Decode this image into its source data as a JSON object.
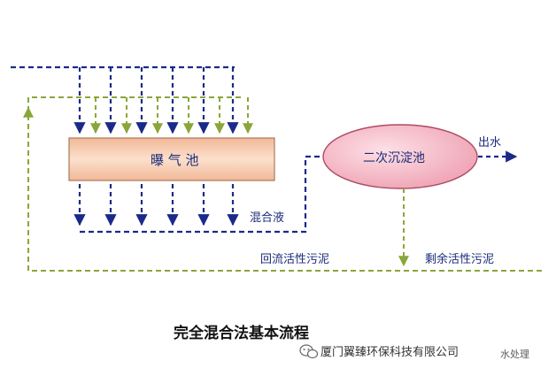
{
  "diagram": {
    "aeration_tank_label": "曝 气 池",
    "clarifier_label": "二次沉淀池",
    "mixed_liquor_label": "混合液",
    "effluent_label": "出水",
    "return_sludge_label": "回流活性污泥",
    "excess_sludge_label": "剩余活性污泥",
    "title": "完全混合法基本流程"
  },
  "watermark": {
    "text": "厦门翼臻环保科技有限公司",
    "overlay_text": "水处理"
  },
  "colors": {
    "blue_line": "#1a2a8a",
    "green_line": "#8aa63a",
    "tank_fill": "#f6c9a8",
    "clarifier_fill": "#f3b8c4",
    "label_text": "#1a2a7a"
  },
  "icons": {
    "watermark_logo": "wechat-icon"
  }
}
